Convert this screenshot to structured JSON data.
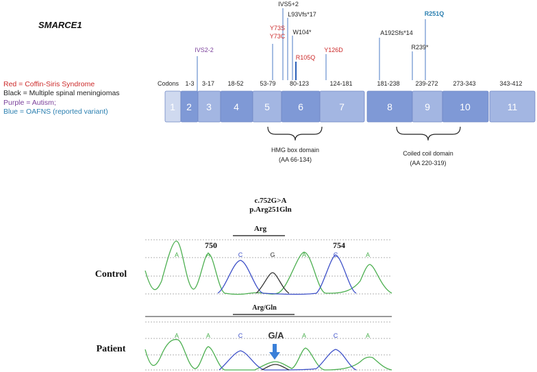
{
  "gene_title": "SMARCE1",
  "legend": [
    {
      "text": "Red = Coffin-Siris Syndrome",
      "color": "#cc2a2a"
    },
    {
      "text": "Black = Multiple spinal meningiomas",
      "color": "#222222"
    },
    {
      "text": "Purple = Autism;",
      "color": "#7a3f9a"
    },
    {
      "text": "Blue = OAFNS (reported variant)",
      "color": "#2a7fb0"
    }
  ],
  "codons_label": "Codons",
  "exons": [
    {
      "num": "1",
      "range": "",
      "fill": "#cfd9ef"
    },
    {
      "num": "2",
      "range": "1-3",
      "fill": "#7f99d6"
    },
    {
      "num": "3",
      "range": "3-17",
      "fill": "#a3b6e2"
    },
    {
      "num": "4",
      "range": "18-52",
      "fill": "#7f99d6"
    },
    {
      "num": "5",
      "range": "53-79",
      "fill": "#a3b6e2"
    },
    {
      "num": "6",
      "range": "80-123",
      "fill": "#7f99d6"
    },
    {
      "num": "7",
      "range": "124-181",
      "fill": "#a3b6e2"
    },
    {
      "num": "8",
      "range": "181-238",
      "fill": "#7f99d6"
    },
    {
      "num": "9",
      "range": "239-272",
      "fill": "#a3b6e2"
    },
    {
      "num": "10",
      "range": "273-343",
      "fill": "#7f99d6"
    },
    {
      "num": "11",
      "range": "343-412",
      "fill": "#a3b6e2"
    }
  ],
  "mutations": [
    {
      "label": "IVS2-2",
      "color": "#7a3f9a"
    },
    {
      "label": "IVS5+2",
      "color": "#222222"
    },
    {
      "label": "L93Vfs*17",
      "color": "#222222"
    },
    {
      "label": "Y73S",
      "color": "#cc2a2a"
    },
    {
      "label": "Y73C",
      "color": "#cc2a2a"
    },
    {
      "label": "W104*",
      "color": "#222222"
    },
    {
      "label": "R105Q",
      "color": "#cc2a2a"
    },
    {
      "label": "Y126D",
      "color": "#cc2a2a"
    },
    {
      "label": "A192Sfs*14",
      "color": "#222222"
    },
    {
      "label": "R239*",
      "color": "#222222"
    },
    {
      "label": "R251Q",
      "color": "#2a7fb0"
    }
  ],
  "domains": [
    {
      "name": "HMG box domain",
      "range": "(AA 66-134)"
    },
    {
      "name": "Coiled coil domain",
      "range": "(AA 220-319)"
    }
  ],
  "sequencing": {
    "variant_c": "c.752G>A",
    "variant_p": "p.Arg251Gln",
    "control": {
      "label": "Control",
      "codon": "Arg",
      "pos_left": "750",
      "pos_right": "754",
      "bases": [
        "A",
        "A",
        "C",
        "G",
        "A",
        "C",
        "A"
      ]
    },
    "patient": {
      "label": "Patient",
      "codon": "Arg/Gln",
      "bases": [
        "A",
        "A",
        "C",
        "G/A",
        "A",
        "C",
        "A"
      ]
    }
  },
  "colors": {
    "green": "#4caf50",
    "blue": "#3d50c8",
    "black": "#333333",
    "arrow": "#3a7fd8"
  }
}
